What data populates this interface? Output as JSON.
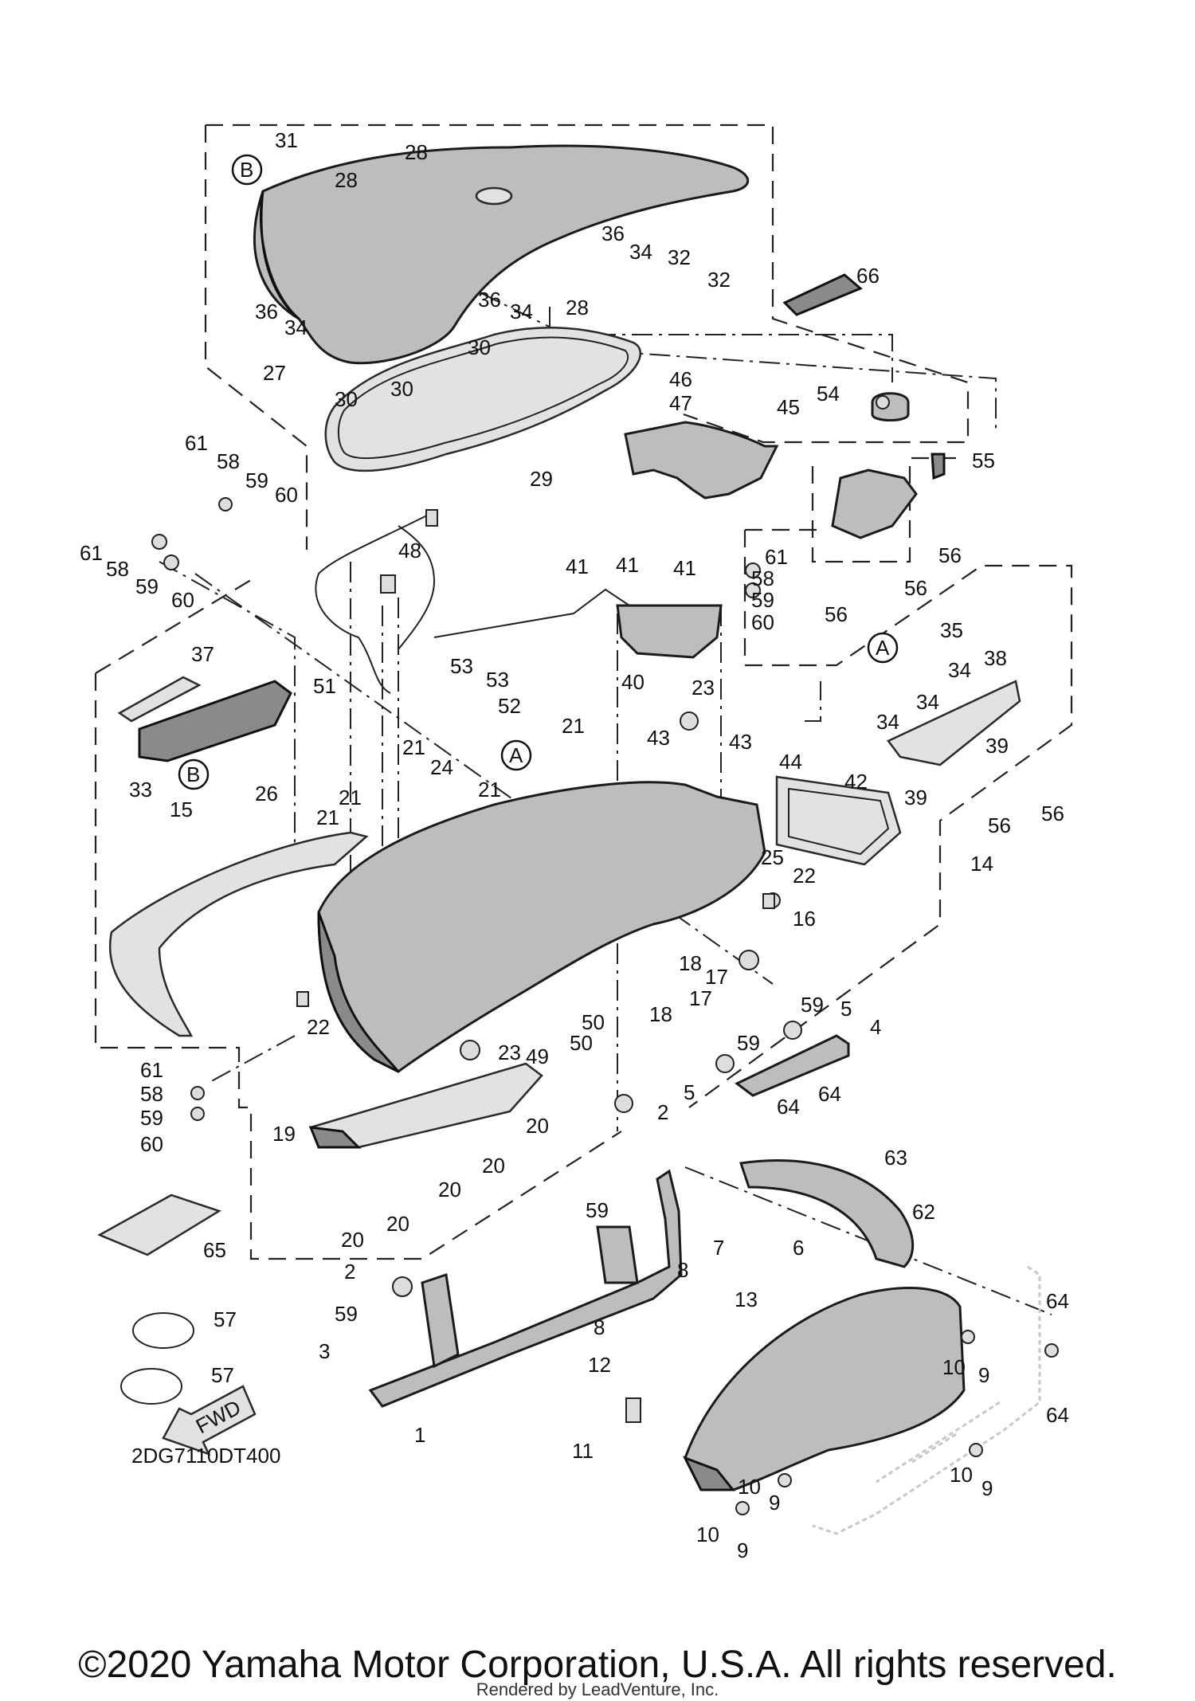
{
  "diagram": {
    "code": "2DG7110DT400",
    "fwd_label": "FWD",
    "callout_letters": [
      "A",
      "B"
    ],
    "part_numbers": [
      "1",
      "2",
      "3",
      "4",
      "5",
      "6",
      "7",
      "8",
      "9",
      "10",
      "11",
      "12",
      "13",
      "14",
      "15",
      "16",
      "17",
      "18",
      "19",
      "20",
      "21",
      "22",
      "23",
      "24",
      "25",
      "26",
      "27",
      "28",
      "29",
      "30",
      "31",
      "32",
      "33",
      "34",
      "35",
      "36",
      "37",
      "38",
      "39",
      "40",
      "41",
      "42",
      "43",
      "44",
      "45",
      "46",
      "47",
      "48",
      "49",
      "50",
      "51",
      "52",
      "53",
      "54",
      "55",
      "56",
      "57",
      "58",
      "59",
      "60",
      "61",
      "62",
      "63",
      "64",
      "65",
      "66"
    ]
  },
  "footer": {
    "copyright": "©2020 Yamaha Motor Corporation, U.S.A. All rights reserved.",
    "render_credit": "Rendered by LeadVenture, Inc."
  },
  "colors": {
    "ink": "#111111",
    "part_fill": "#bdbdbd",
    "part_dark": "#8a8a8a",
    "background": "#ffffff"
  }
}
